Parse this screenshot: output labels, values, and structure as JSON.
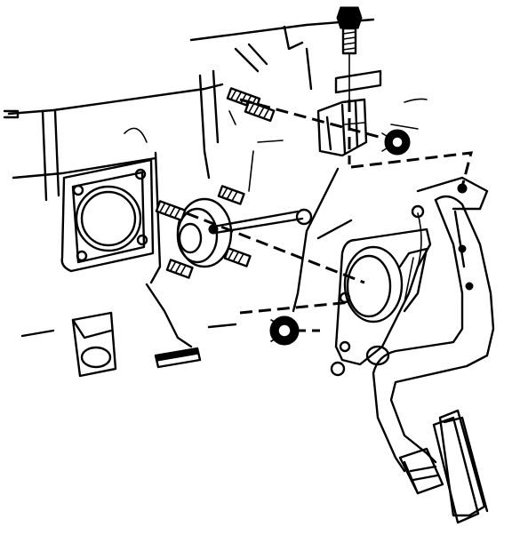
{
  "diagram": {
    "kind": "exploded-view-line-drawing",
    "subject": "brake-pedal-assembly",
    "colors": {
      "ink": "#000000",
      "background": "#ffffff"
    },
    "components": [
      {
        "name": "firewall-panel"
      },
      {
        "name": "brake-booster-mounting-plate"
      },
      {
        "name": "booster-pushrod"
      },
      {
        "name": "pedal-bracket"
      },
      {
        "name": "brake-pedal-arm"
      },
      {
        "name": "pedal-pad"
      },
      {
        "name": "mounting-studs"
      },
      {
        "name": "retaining-nuts"
      },
      {
        "name": "upper-bolt"
      },
      {
        "name": "upper-bracket"
      },
      {
        "name": "lower-panel-bracket"
      }
    ]
  }
}
